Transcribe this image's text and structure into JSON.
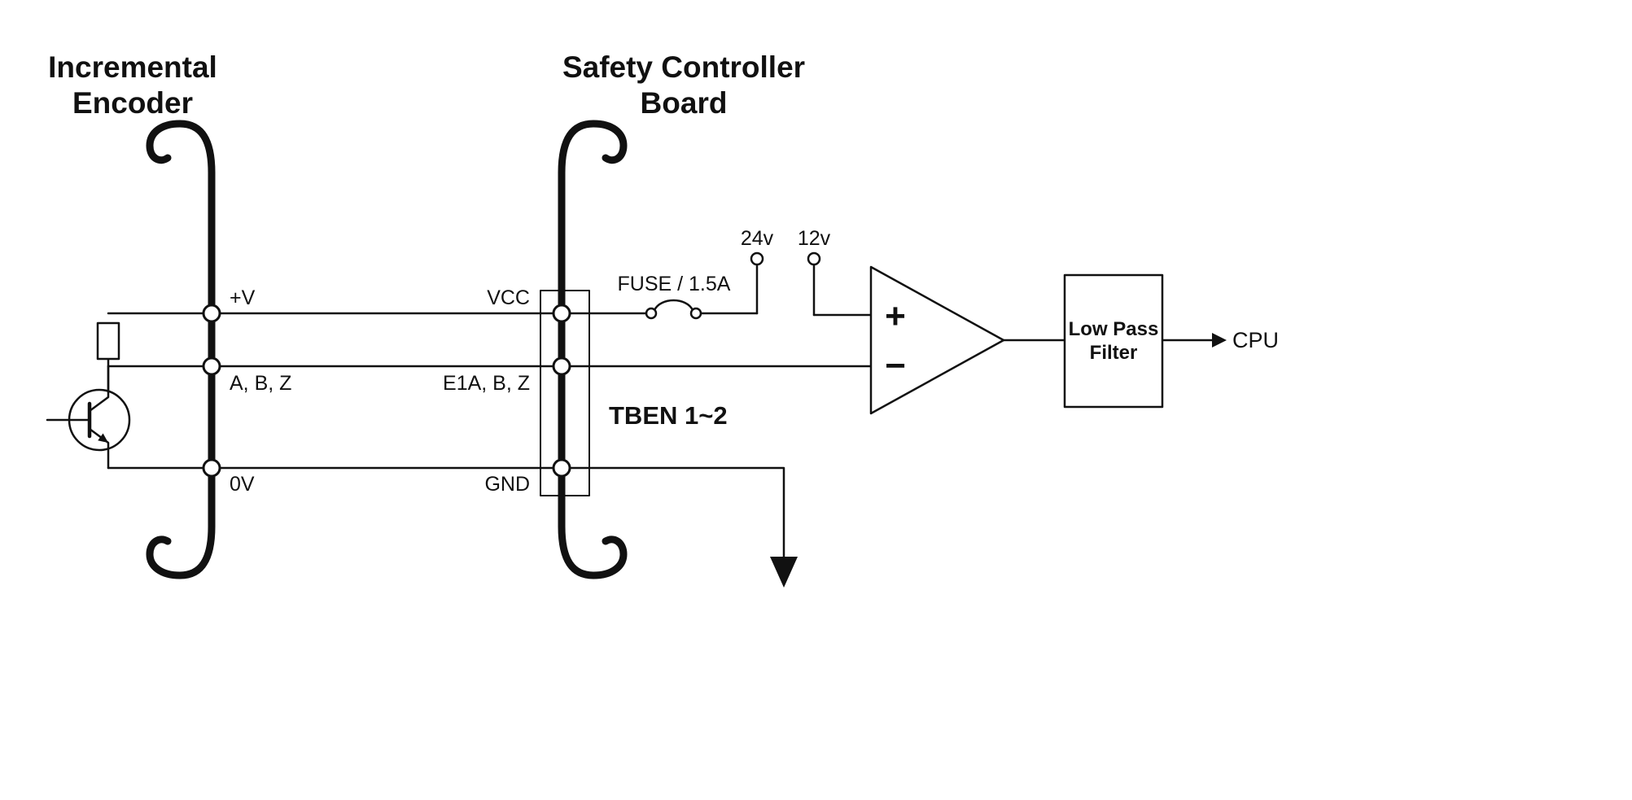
{
  "colors": {
    "line": "#111111",
    "background": "#ffffff"
  },
  "titles": {
    "encoder_line1": "Incremental",
    "encoder_line2": "Encoder",
    "controller_line1": "Safety Controller",
    "controller_line2": "Board"
  },
  "encoder_pins": {
    "power": "+V",
    "signals": "A, B, Z",
    "ground": "0V"
  },
  "controller_pins": {
    "power": "VCC",
    "signals": "E1A, B, Z",
    "ground": "GND"
  },
  "labels": {
    "connector": "TBEN 1~2",
    "fuse": "FUSE / 1.5A",
    "supply_24v": "24v",
    "supply_12v": "12v",
    "comparator_plus": "+",
    "comparator_minus": "−",
    "filter_line1": "Low Pass",
    "filter_line2": "Filter",
    "cpu": "CPU"
  }
}
